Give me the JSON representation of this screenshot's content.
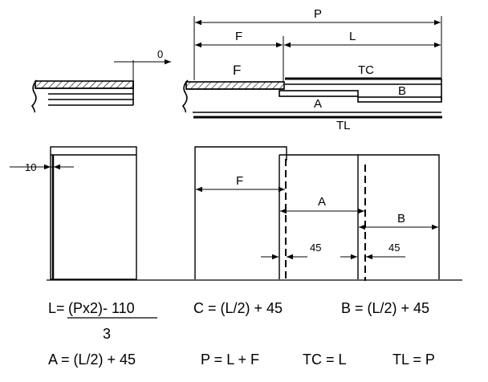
{
  "labels": {
    "gap": "0",
    "P": "P",
    "F_dim": "F",
    "L_dim": "L",
    "F_big": "F",
    "TC": "TC",
    "B_top": "B",
    "A_top": "A",
    "TL": "TL",
    "ten": "10",
    "F_front": "F",
    "A_front": "A",
    "B_front": "B",
    "c45_left": "45",
    "c45_right": "45"
  },
  "formulas": {
    "L_prefix": "L=",
    "L_numerator": "(Px2)- 110",
    "L_denominator": "3",
    "C": "C = (L/2) + 45",
    "B": "B = (L/2) + 45",
    "A": "A = (L/2) + 45",
    "P": "P = L + F",
    "TC": "TC = L",
    "TL": "TL = P"
  }
}
